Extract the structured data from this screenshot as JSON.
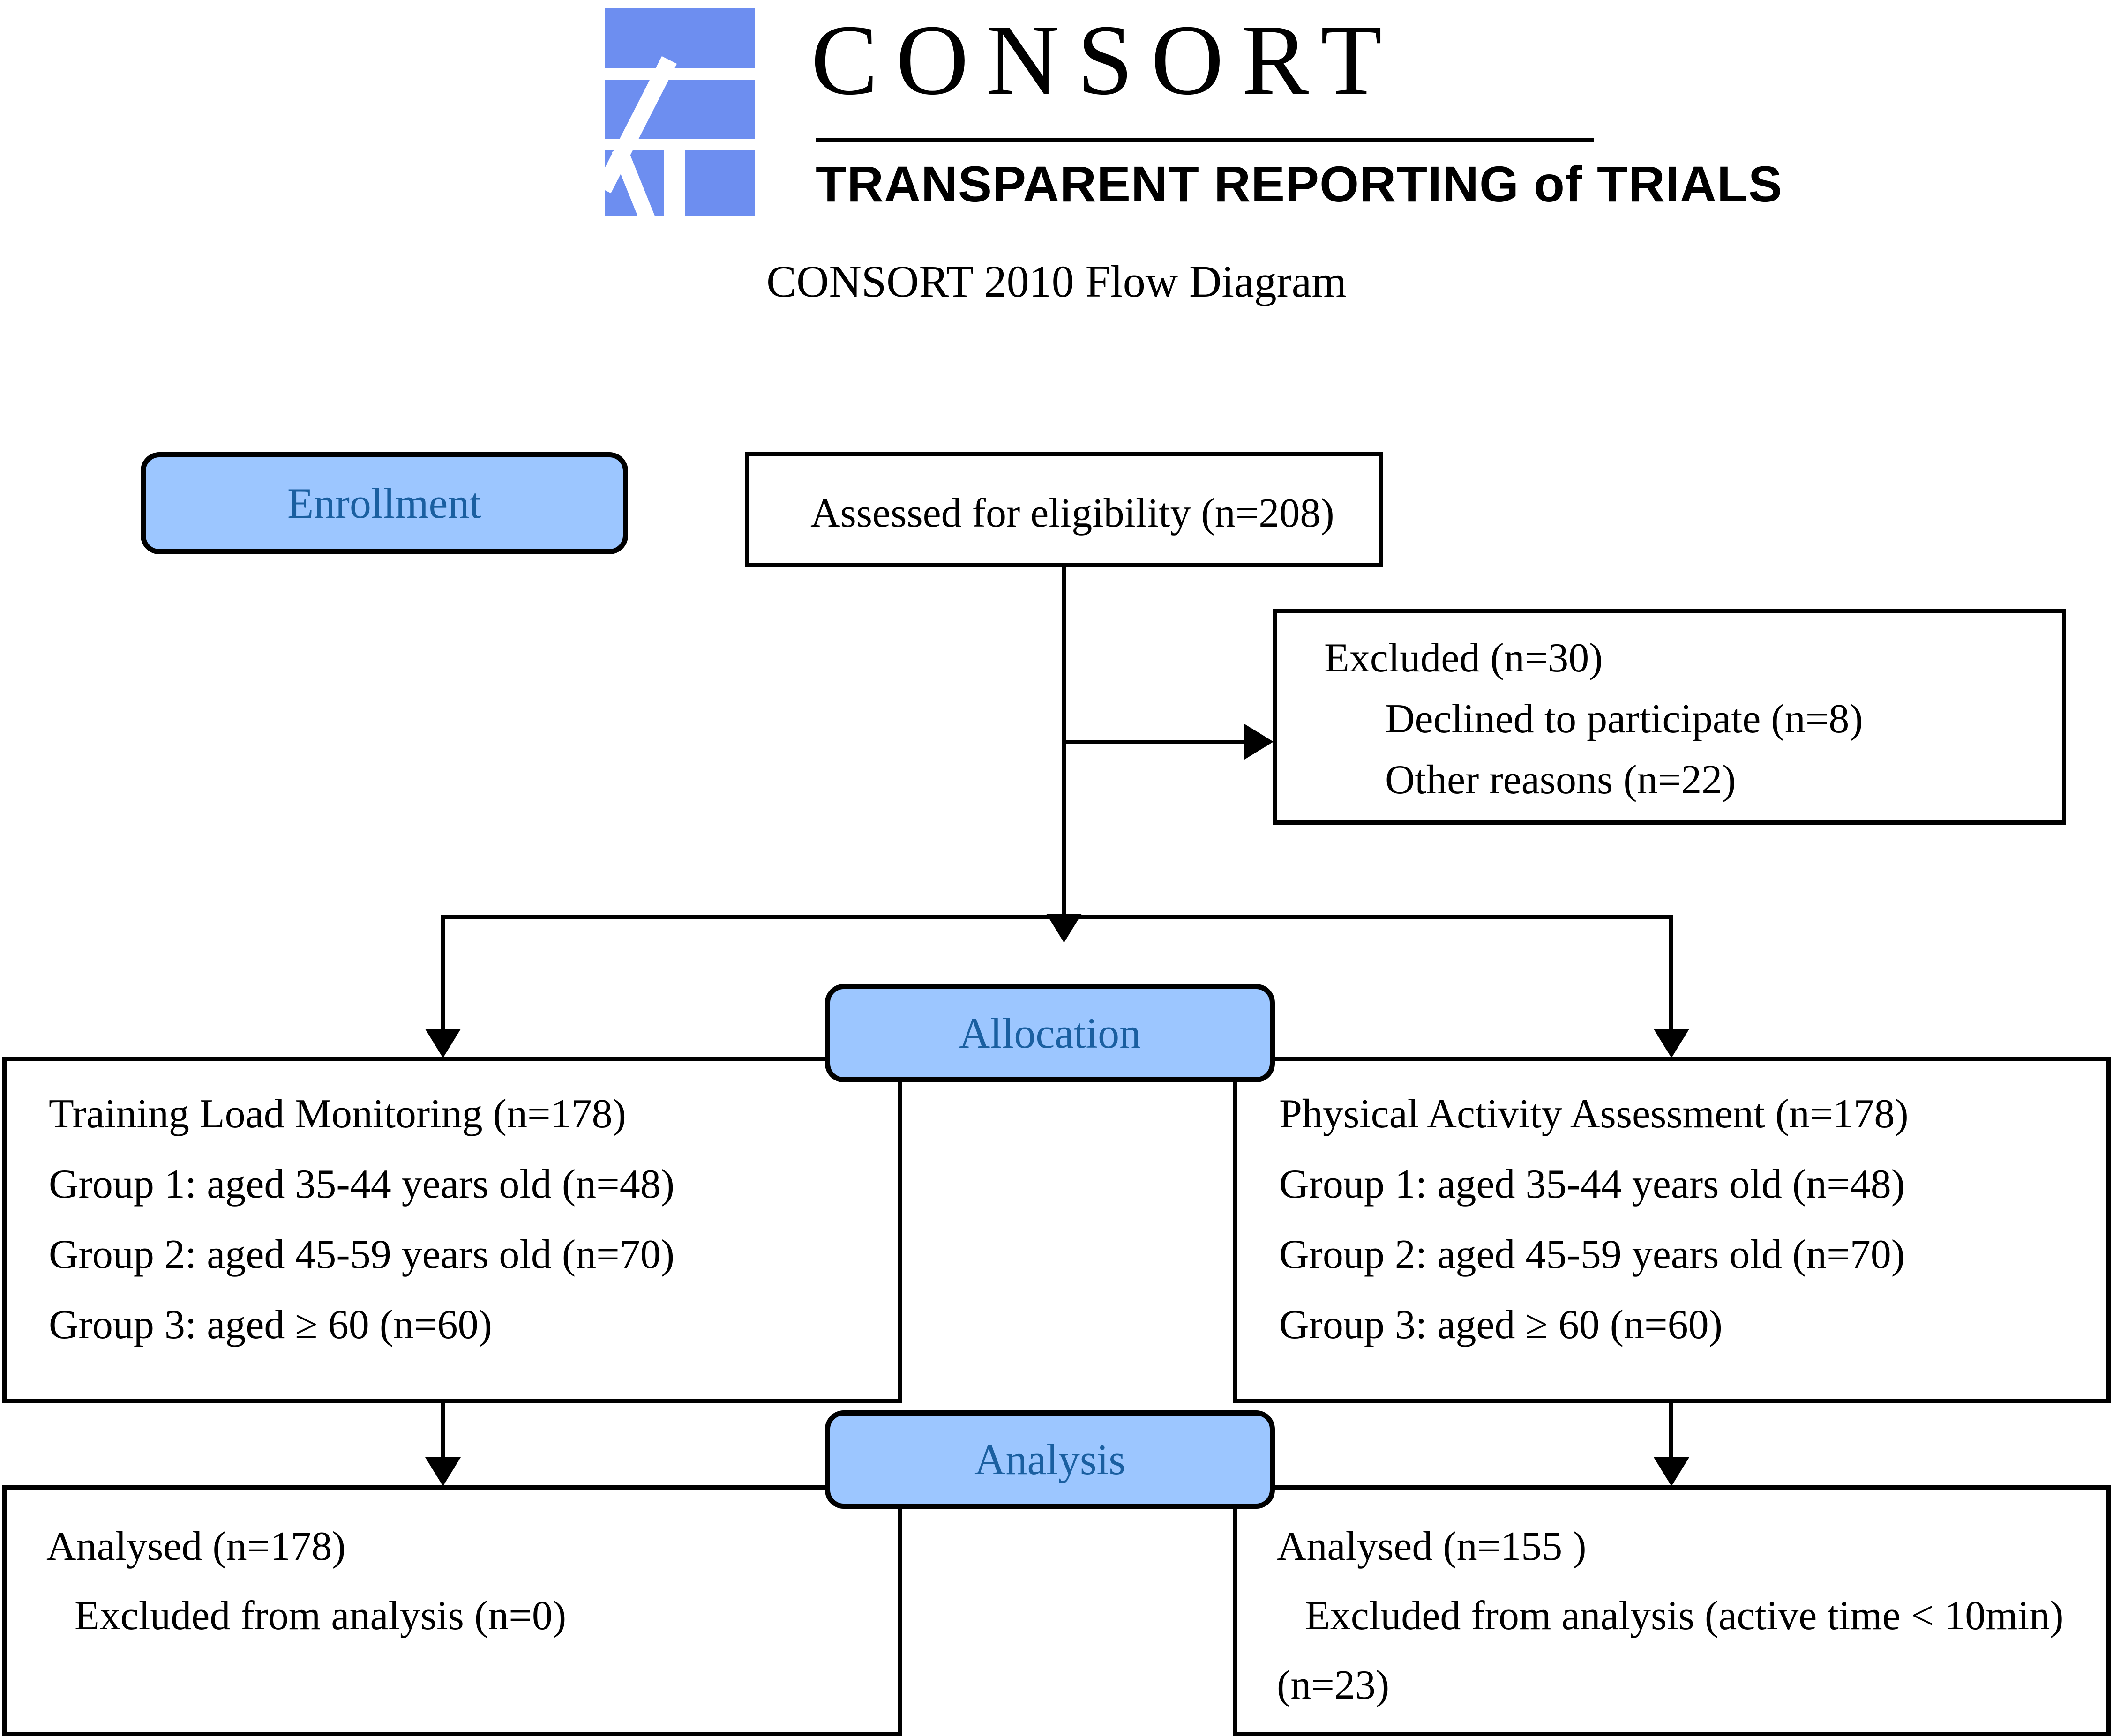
{
  "header": {
    "wordmark": "CONSORT",
    "tagline": "TRANSPARENT REPORTING of TRIALS",
    "logo_icon": "consort-check-logo",
    "logo_color": "#6d8ef0"
  },
  "title": "CONSORT 2010 Flow Diagram",
  "colors": {
    "pill_fill": "#9cc6ff",
    "pill_text": "#1a5fa0",
    "border": "#000000",
    "logo_blue": "#6d8ef0"
  },
  "stages": {
    "enrollment": "Enrollment",
    "allocation": "Allocation",
    "analysis": "Analysis"
  },
  "enrollment": {
    "assessed": "Assessed for eligibility (n=208)",
    "excluded": {
      "heading": "Excluded (n=30)",
      "reasons": [
        "Declined to participate (n=8)",
        "Other reasons (n=22)"
      ]
    }
  },
  "allocation": {
    "left": {
      "heading": "Training Load Monitoring (n=178)",
      "groups": [
        "Group 1: aged 35-44 years old (n=48)",
        "Group 2: aged 45-59 years old (n=70)",
        "Group 3: aged ≥ 60 (n=60)"
      ]
    },
    "right": {
      "heading": "Physical Activity Assessment (n=178)",
      "groups": [
        "Group 1: aged 35-44 years old (n=48)",
        "Group 2: aged 45-59 years old (n=70)",
        "Group 3: aged ≥ 60 (n=60)"
      ]
    }
  },
  "analysis": {
    "left": {
      "analysed": "Analysed (n=178)",
      "excluded": "Excluded from analysis (n=0)",
      "excluded_cont": ""
    },
    "right": {
      "analysed": "Analysed (n=155 )",
      "excluded": "Excluded from analysis (active time < 10min)",
      "excluded_cont": "(n=23)"
    }
  }
}
